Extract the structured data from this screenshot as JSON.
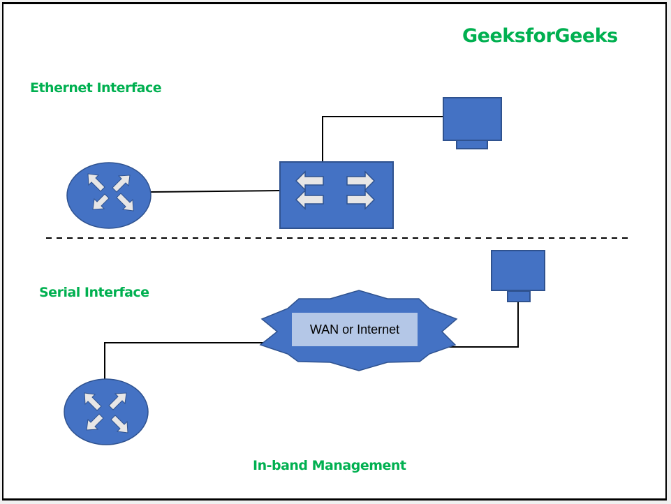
{
  "brand": "GeeksforGeeks",
  "sections": {
    "ethernet": {
      "title": "Ethernet Interface"
    },
    "serial": {
      "title": "Serial Interface"
    },
    "footer": {
      "title": "In-band Management"
    }
  },
  "nodes": {
    "ethernet_router": {
      "type": "router",
      "icon": "router-icon"
    },
    "ethernet_switch": {
      "type": "switch",
      "icon": "switch-icon"
    },
    "ethernet_pc": {
      "type": "computer",
      "icon": "monitor-icon"
    },
    "serial_router": {
      "type": "router",
      "icon": "router-icon"
    },
    "wan": {
      "type": "cloud",
      "icon": "wan-cloud-icon",
      "label": "WAN or Internet"
    },
    "serial_pc": {
      "type": "computer",
      "icon": "monitor-icon"
    }
  },
  "links": [
    {
      "from": "ethernet_router",
      "to": "ethernet_switch"
    },
    {
      "from": "ethernet_switch",
      "to": "ethernet_pc"
    },
    {
      "from": "serial_router",
      "to": "wan"
    },
    {
      "from": "wan",
      "to": "serial_pc"
    }
  ],
  "colors": {
    "brand_green": "#00b050",
    "device_fill": "#4472c4",
    "device_stroke": "#2f528f",
    "arrow_fill": "#e7e6e6",
    "wan_label_bg": "#b4c7e7",
    "link": "#000000"
  }
}
